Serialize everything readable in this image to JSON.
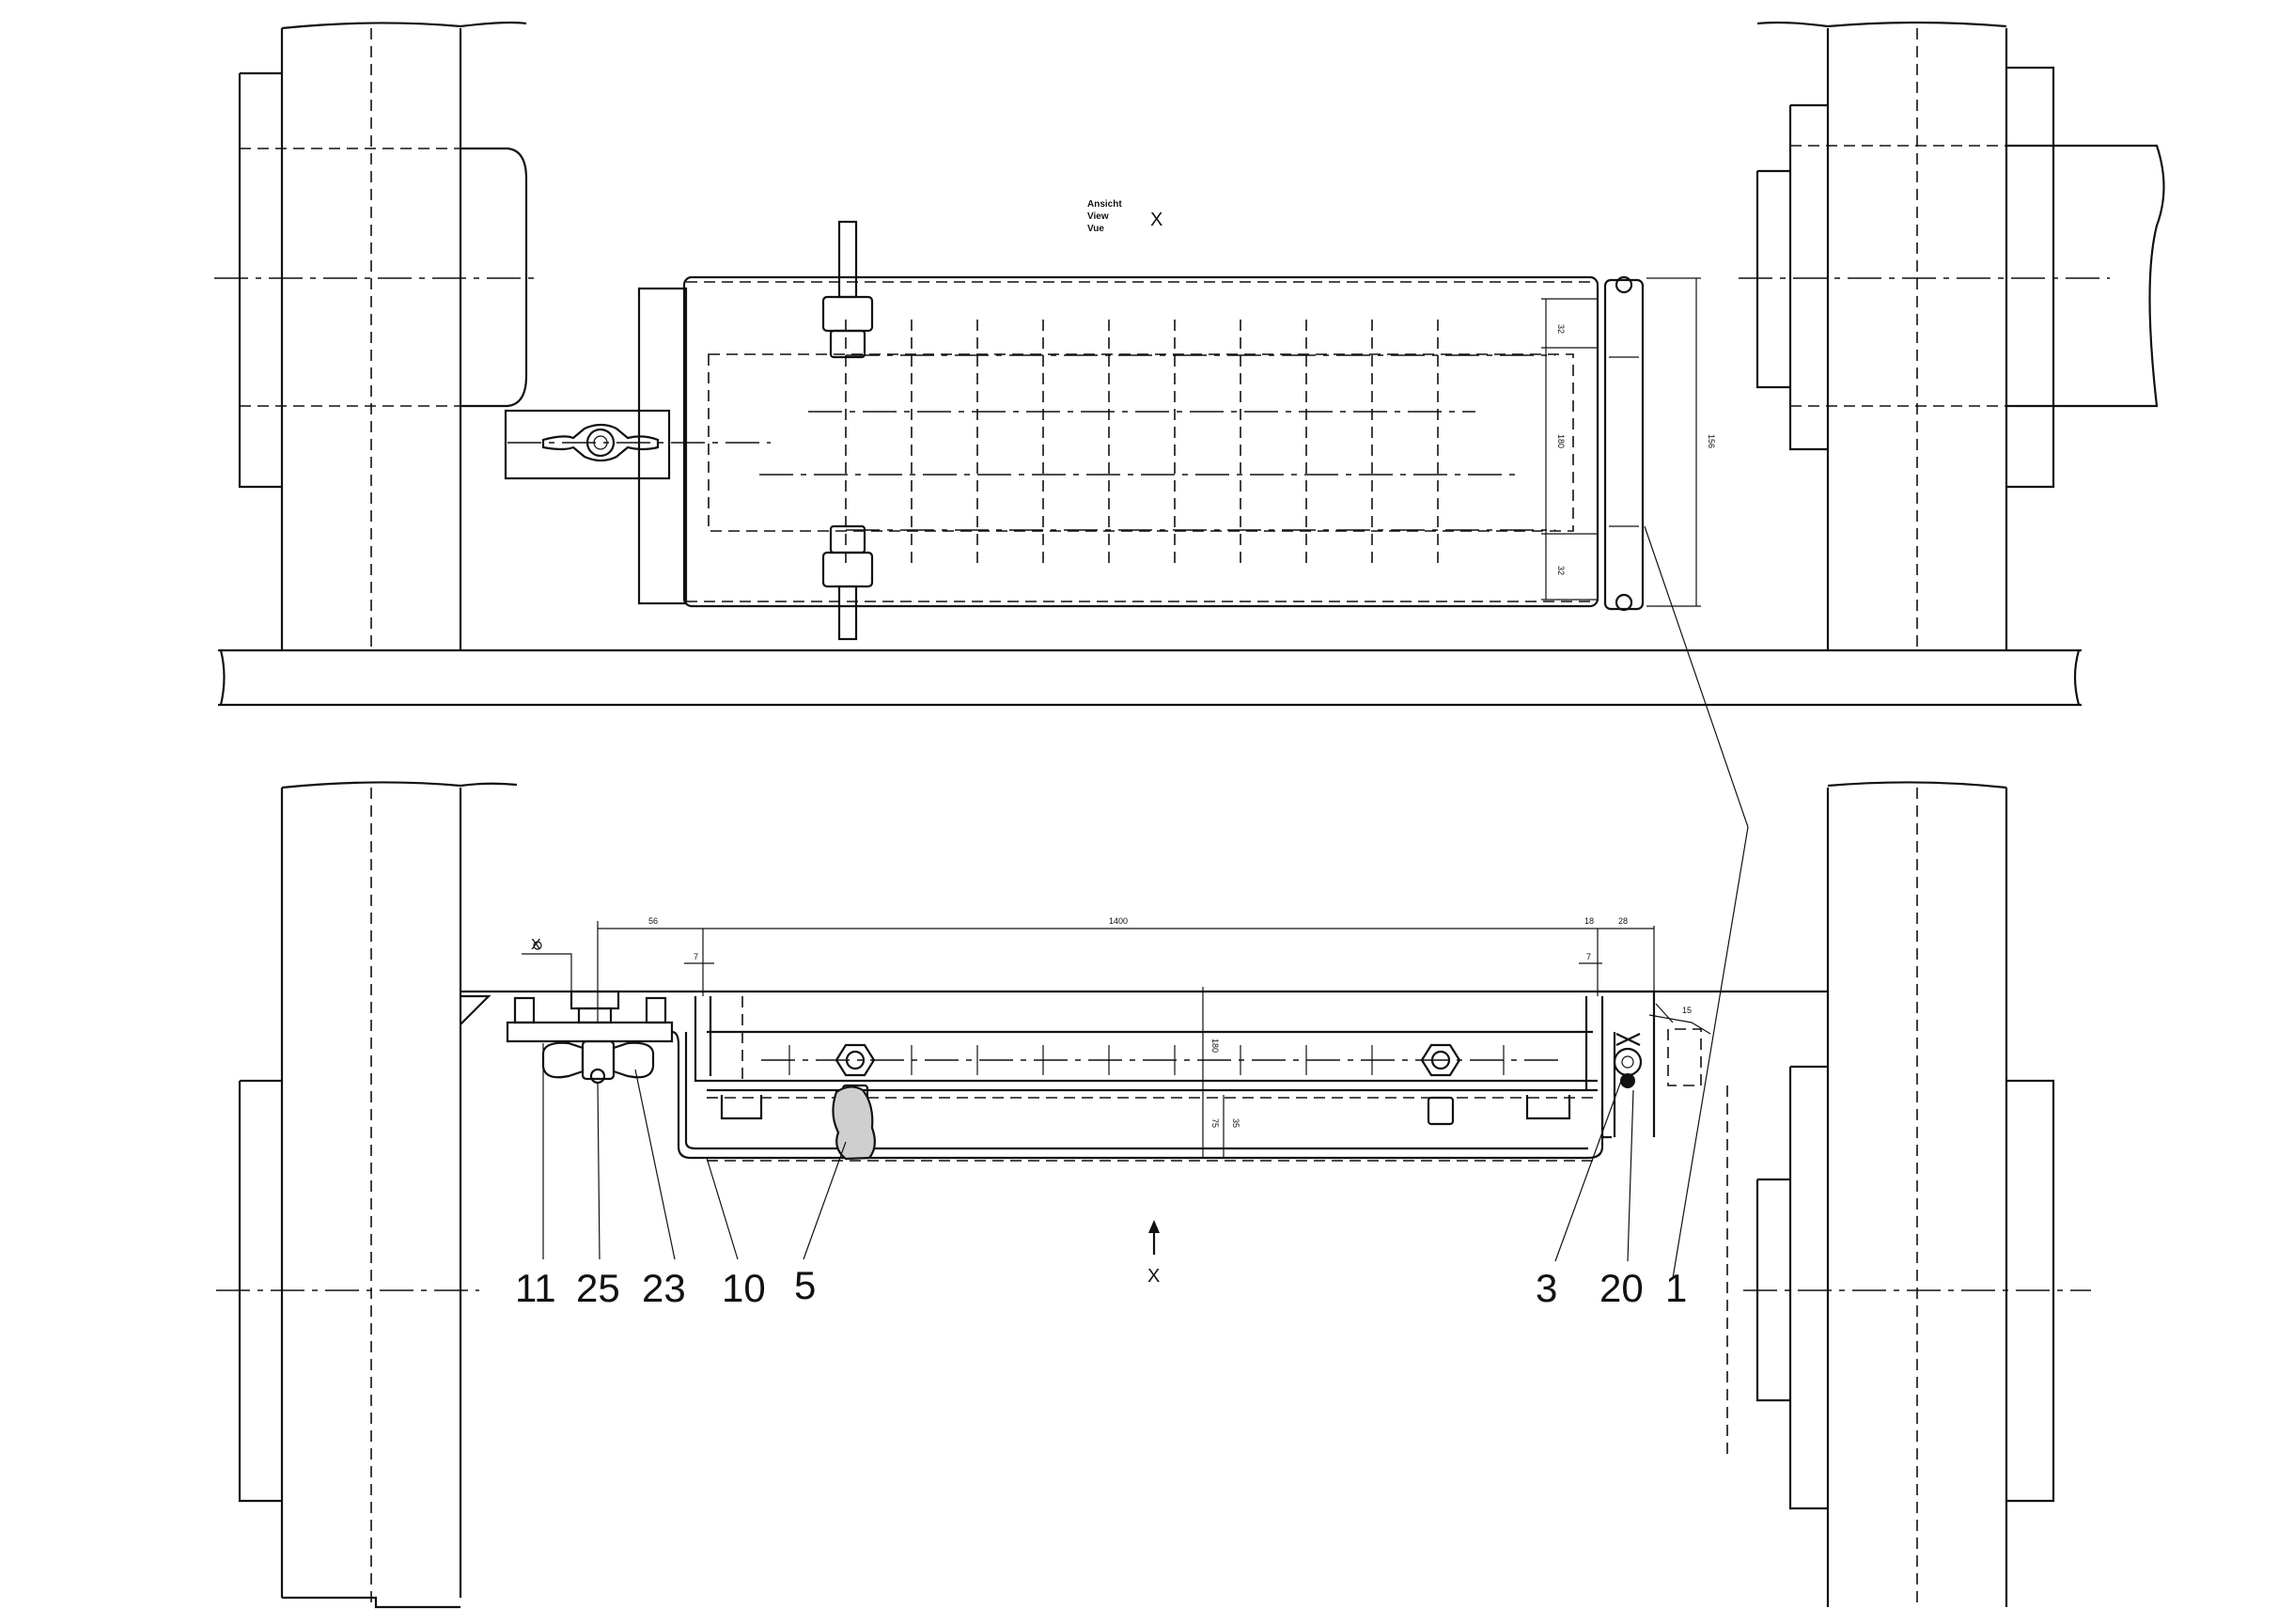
{
  "view_label": {
    "lines": [
      "Ansicht",
      "View",
      "Vue"
    ],
    "letter": "X"
  },
  "arrow_label": "X",
  "section_mark": "X",
  "dimensions": {
    "top_32_upper": "32",
    "top_180": "180",
    "top_32_lower": "32",
    "top_156": "156",
    "bot_56": "56",
    "bot_1400": "1400",
    "bot_18": "18",
    "bot_28": "28",
    "bot_7_left": "7",
    "bot_7_right": "7",
    "bot_180": "180",
    "bot_75": "75",
    "bot_35": "35",
    "bot_angle": "15"
  },
  "part_numbers": [
    {
      "id": "11",
      "text": "11"
    },
    {
      "id": "25",
      "text": "25"
    },
    {
      "id": "23",
      "text": "23"
    },
    {
      "id": "10",
      "text": "10"
    },
    {
      "id": "5",
      "text": "5"
    },
    {
      "id": "3",
      "text": "3"
    },
    {
      "id": "20",
      "text": "20"
    },
    {
      "id": "1",
      "text": "1"
    }
  ]
}
